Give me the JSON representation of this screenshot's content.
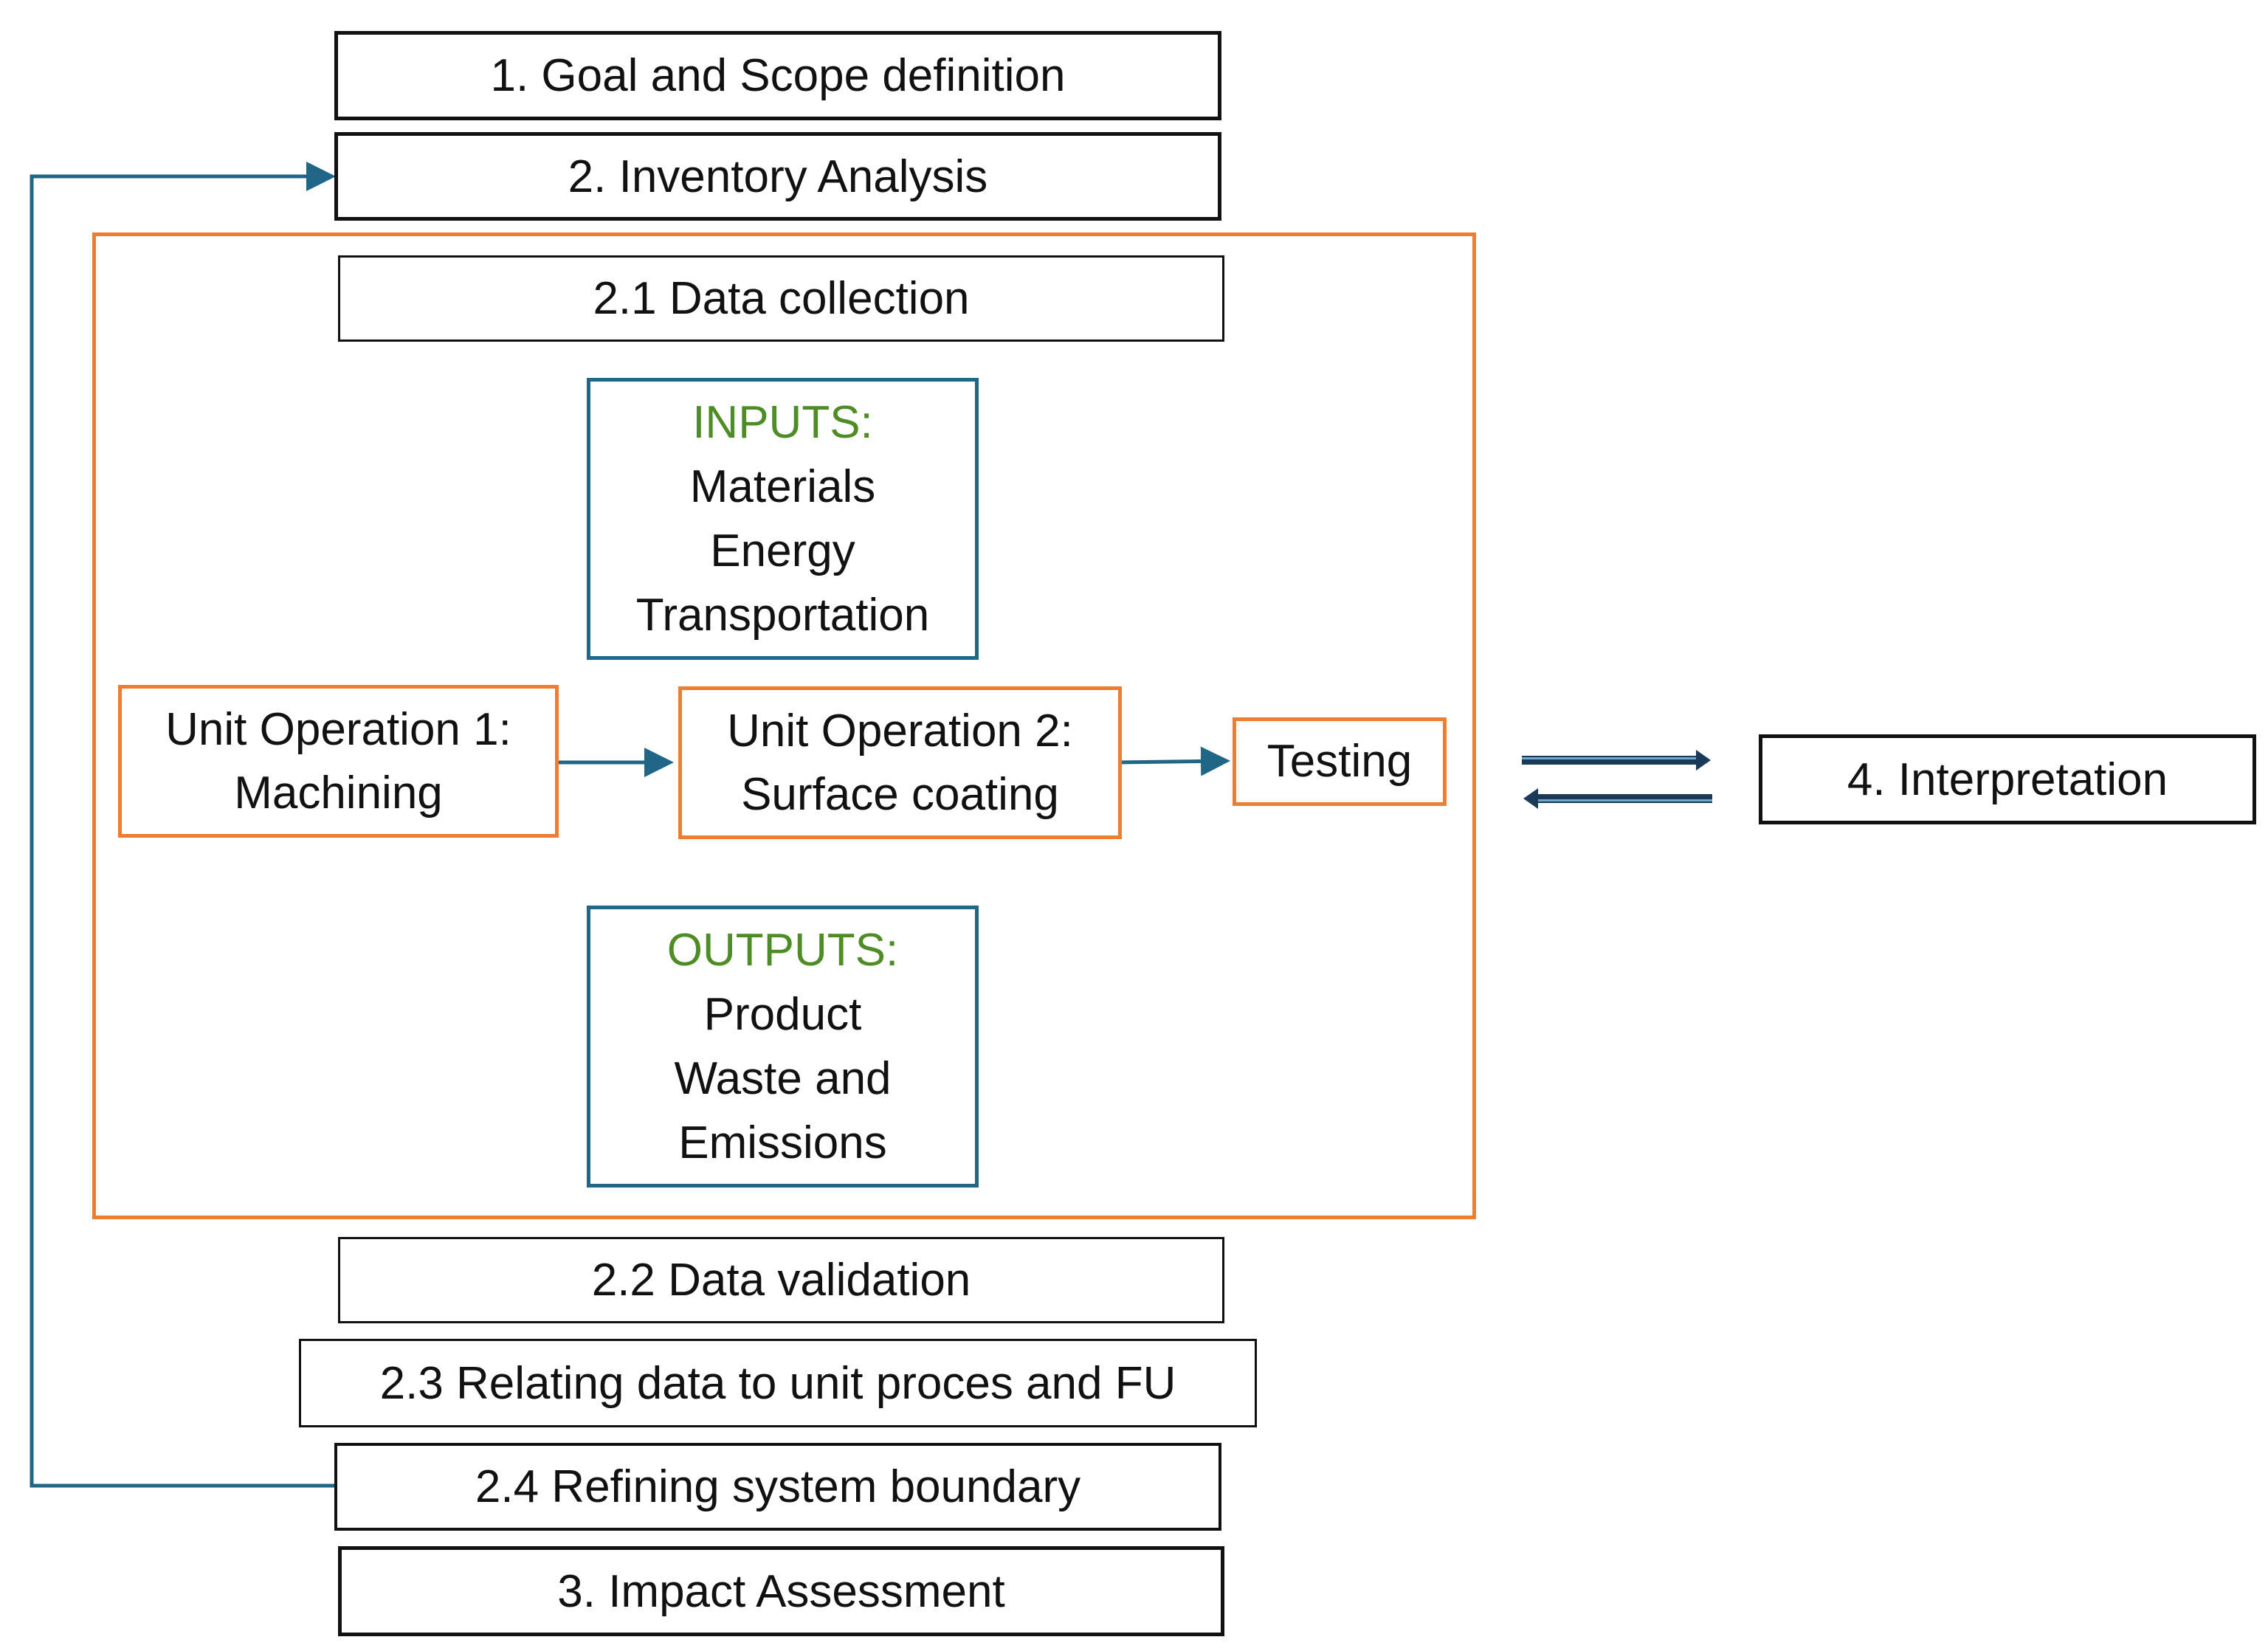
{
  "colors": {
    "orange": "#ED7D31",
    "teal": "#1F6687",
    "green": "#4E8C25",
    "navy": "#1B3A57",
    "black": "#111111"
  },
  "steps": {
    "goal_scope": "1. Goal and Scope definition",
    "inventory": "2. Inventory Analysis",
    "data_collection": "2.1 Data collection",
    "data_validation": "2.2 Data validation",
    "relating_data": "2.3 Relating data to unit proces and FU",
    "refining_boundary": "2.4 Refining system boundary",
    "impact_assessment": "3. Impact Assessment",
    "interpretation": "4. Interpretation"
  },
  "inputs": {
    "heading": "INPUTS:",
    "items": [
      "Materials",
      "Energy",
      "Transportation"
    ]
  },
  "outputs": {
    "heading": "OUTPUTS:",
    "items": [
      "Product",
      "Waste and",
      "Emissions"
    ]
  },
  "unit_op1": {
    "line1": "Unit Operation 1:",
    "line2": "Machining"
  },
  "unit_op2": {
    "line1": "Unit Operation 2:",
    "line2": "Surface coating"
  },
  "testing": "Testing",
  "icons": {
    "arrow_right": "arrow-right-icon",
    "arrow_left": "arrow-left-icon"
  }
}
